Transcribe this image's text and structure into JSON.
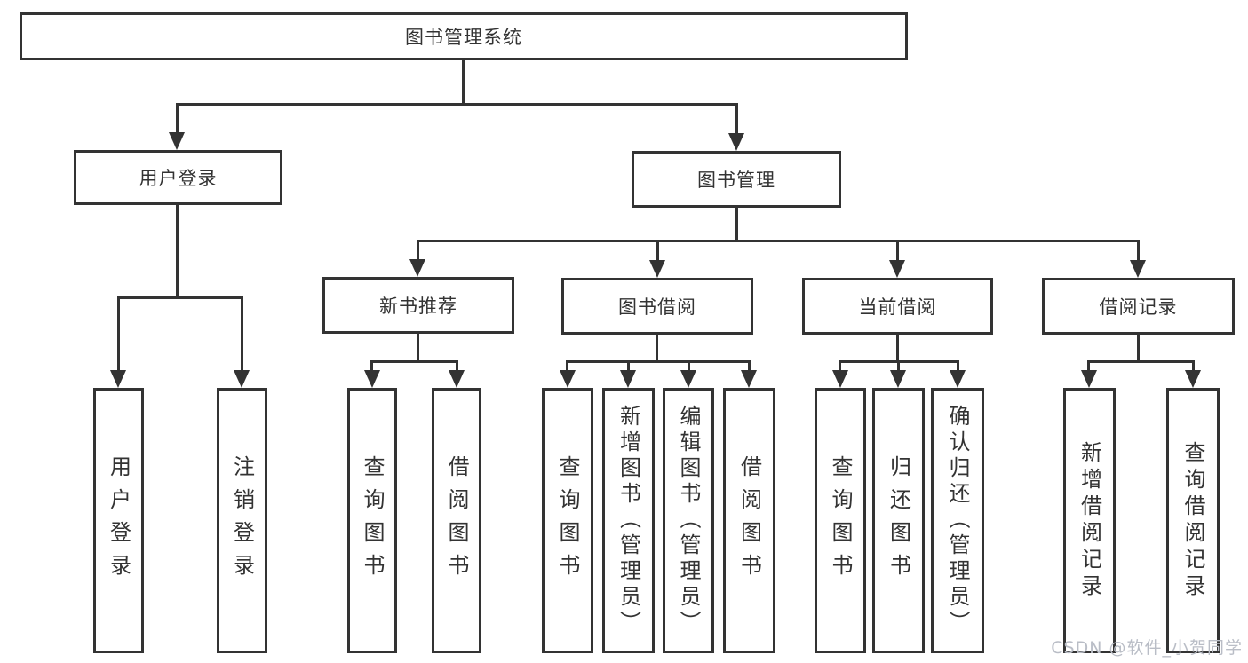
{
  "diagram": {
    "root": {
      "label": "图书管理系统"
    },
    "level2": {
      "user_login": {
        "label": "用户登录"
      },
      "book_management": {
        "label": "图书管理"
      }
    },
    "level3": {
      "new_book_recommend": {
        "label": "新书推荐"
      },
      "book_borrow": {
        "label": "图书借阅"
      },
      "current_borrow": {
        "label": "当前借阅"
      },
      "borrow_records": {
        "label": "借阅记录"
      }
    },
    "leaves": {
      "user_login": {
        "label": "用户登录"
      },
      "logout": {
        "label": "注销登录"
      },
      "recommend_query_books": {
        "label": "查询图书"
      },
      "recommend_borrow_books": {
        "label": "借阅图书"
      },
      "borrow_query_books": {
        "label": "查询图书"
      },
      "borrow_add_books": {
        "label": "新增图书（管理员）"
      },
      "borrow_edit_books": {
        "label": "编辑图书（管理员）"
      },
      "borrow_borrow_books": {
        "label": "借阅图书"
      },
      "current_query_books": {
        "label": "查询图书"
      },
      "current_return_books": {
        "label": "归还图书"
      },
      "current_confirm_return": {
        "label": "确认归还（管理员）"
      },
      "records_add": {
        "label": "新增借阅记录"
      },
      "records_query": {
        "label": "查询借阅记录"
      }
    },
    "watermark": "CSDN @软件_小贺同学",
    "colors": {
      "line": "#333333",
      "text": "#333333",
      "background": "#ffffff",
      "watermark": "#b9bdc6"
    }
  }
}
